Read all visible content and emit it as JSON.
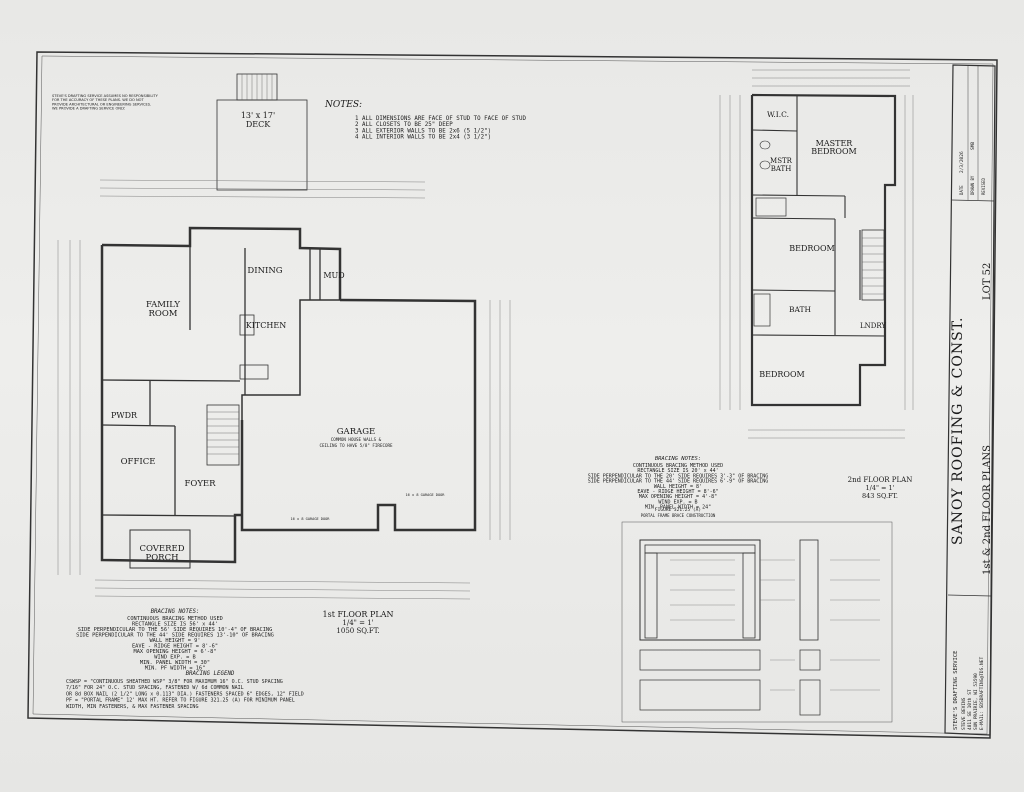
{
  "disclaimer": [
    "STEVE'S DRAFTING SERVICE ASSUMES NO RESPONSIBILITY",
    "FOR THE ACCURACY OF THESE PLANS. WE DO NOT",
    "PROVIDE ARCHITECTURAL OR ENGINEERING SERVICES.",
    "WE PROVIDE A DRAFTING SERVICE ONLY."
  ],
  "deck": "13' x 17'\nDECK",
  "deck_line1": "13' x 17'",
  "deck_line2": "DECK",
  "notes": {
    "title": "NOTES:",
    "items": [
      "1   ALL DIMENSIONS ARE FACE OF STUD TO FACE OF STUD",
      "2   ALL CLOSETS TO BE 25\" DEEP",
      "3   ALL EXTERIOR WALLS TO BE 2x6 (5 1/2\")",
      "4   ALL INTERIOR WALLS TO BE 2x4 (3 1/2\")"
    ]
  },
  "rooms_first": {
    "family_room": [
      "FAMILY",
      "ROOM"
    ],
    "dining": "DINING",
    "mud": "MUD",
    "kitchen": "KITCHEN",
    "pwdr": "PWDR",
    "office": "OFFICE",
    "foyer": "FOYER",
    "covered_porch": [
      "COVERED",
      "PORCH"
    ],
    "garage": "GARAGE",
    "garage_note": [
      "COMMON HOUSE WALLS &",
      "CEILING TO HAVE 5/8\" FIRECORE"
    ],
    "garage_door_1": "16 x 8 GARAGE DOOR",
    "garage_door_2": "16 x 8 GARAGE DOOR"
  },
  "first_floor_caption": [
    "1st FLOOR PLAN",
    "1/4\" = 1'",
    "1050 SQ.FT."
  ],
  "rooms_second": {
    "wic": "W.I.C.",
    "master_bedroom": [
      "MASTER",
      "BEDROOM"
    ],
    "mstr_bath": [
      "MSTR",
      "BATH"
    ],
    "bedroom_1": "BEDROOM",
    "bath": "BATH",
    "lndry": "LNDRY",
    "bedroom_2": "BEDROOM"
  },
  "second_floor_caption": [
    "2nd FLOOR PLAN",
    "1/4\" = 1'",
    "843 SQ.FT."
  ],
  "bracing_notes_first": {
    "title": "BRACING NOTES:",
    "lines": [
      "CONTINUOUS BRACING METHOD USED",
      "RECTANGLE SIZE IS 56' x 44'",
      "SIDE PERPENDICULAR TO THE 56' SIDE REQUIRES 10'-4\" OF BRACING",
      "SIDE PERPENDICULAR TO THE 44' SIDE REQUIRES 13'-10\" OF BRACING",
      "WALL HEIGHT = 9'",
      "EAVE - RIDGE HEIGHT = 8'-6\"",
      "MAX OPENING HEIGHT = 6'-8\"",
      "WIND EXP. = B",
      "MIN. PANEL WIDTH = 30\"",
      "MIN. PF WIDTH = 16\""
    ]
  },
  "bracing_legend": {
    "title": "BRACING LEGEND",
    "lines": [
      "CSWSP = \"CONTINUOUS SHEATHED WSP\" 3/8\" FOR MAXIMUM 16\" O.C. STUD SPACING",
      "7/16\" FOR 24\" O.C. STUD SPACING, FASTENED W/ 6d COMMON NAIL",
      "OR 8d BOX NAIL (2 1/2\" LONG x 0.113\" DIA.) FASTENERS SPACED 6\" EDGES, 12\" FIELD",
      "PF = \"PORTAL FRAME\" 12' MAX HT. REFER TO FIGURE 321.25 (A) FOR MINIMUM PANEL",
      "WIDTH, MIN FASTENERS, & MAX FASTENER SPACING"
    ]
  },
  "bracing_notes_second": {
    "title": "BRACING NOTES:",
    "lines": [
      "CONTINUOUS BRACING METHOD USED",
      "RECTANGLE SIZE IS 20' x 44'",
      "SIDE PERPENDICULAR TO THE 20' SIDE REQUIRES 3'-3\" OF BRACING",
      "SIDE PERPENDICULAR TO THE 44' SIDE REQUIRES 6'-9\" OF BRACING",
      "WALL HEIGHT = 8'",
      "EAVE - RIDGE HEIGHT = 8'-6\"",
      "MAX OPENING HEIGHT = 4'-8\"",
      "WIND EXP. = B",
      "MIN. PANEL WIDTH = 24\""
    ]
  },
  "figure": {
    "title": "FIGURE 321.25 (A)",
    "subtitle": "PORTAL FRAME BRACE CONSTRUCTION"
  },
  "title_block": {
    "company": "SANOY ROOFING & CONST.",
    "sheet_title": "1st & 2nd FLOOR PLANS",
    "lot": "LOT 52",
    "date_label": "DATE",
    "date_value": "2/3/2026",
    "drawn_label": "DRAWN BY",
    "drawn_value": "SMB",
    "revised_label": "REVISED",
    "drafter_name": "STEVE'S DRAFTING SERVICE",
    "drafter_lines": [
      "STEVE BEVINS",
      "4811 SE 10th ST",
      "SUN PRAIRIE, WI 53590",
      "E-MAIL: SDSDRAFTING@TDS.NET"
    ]
  },
  "colors": {
    "paper": "#ececea",
    "ink": "#222222",
    "border": "#333333"
  }
}
